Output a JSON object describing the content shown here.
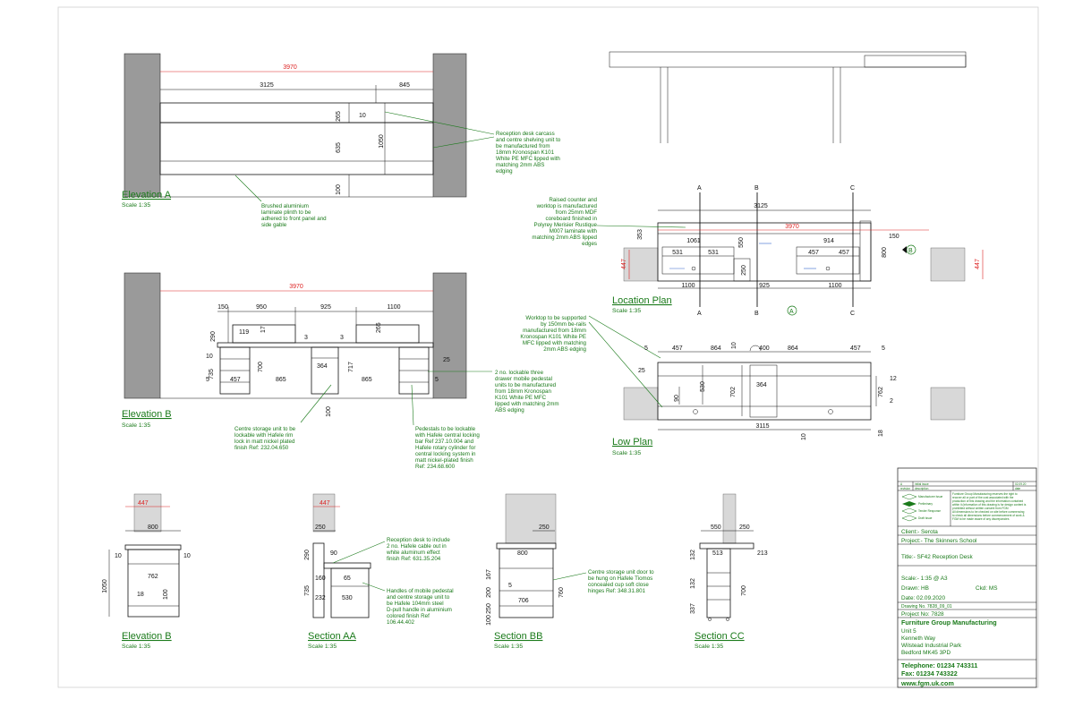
{
  "views": {
    "elevation_a": {
      "title": "Elevation A",
      "scale": "Scale 1:35"
    },
    "elevation_b": {
      "title": "Elevation B",
      "scale": "Scale 1:35"
    },
    "location_plan": {
      "title": "Location Plan",
      "scale": "Scale 1:35"
    },
    "low_plan": {
      "title": "Low Plan",
      "scale": "Scale 1:35"
    },
    "elevation_b_small": {
      "title": "Elevation B",
      "scale": "Scale 1:35"
    },
    "section_aa": {
      "title": "Section AA",
      "scale": "Scale 1:35"
    },
    "section_bb": {
      "title": "Section BB",
      "scale": "Scale 1:35"
    },
    "section_cc": {
      "title": "Section CC",
      "scale": "Scale 1:35"
    }
  },
  "dims": {
    "a_3970": "3970",
    "a_3125": "3125",
    "a_845": "845",
    "a_265": "265",
    "a_10": "10",
    "a_635": "635",
    "a_1050": "1050",
    "a_100": "100",
    "b_3970": "3970",
    "b_150": "150",
    "b_950": "950",
    "b_925": "925",
    "b_1100": "1100",
    "b_290": "290",
    "b_119": "119",
    "b_17": "17",
    "b_3a": "3",
    "b_3b": "3",
    "b_265": "265",
    "b_10": "10",
    "b_735": "735",
    "b_700": "700",
    "b_717": "717",
    "b_364": "364",
    "b_25": "25",
    "b_5a": "5",
    "b_457": "457",
    "b_865a": "865",
    "b_865b": "865",
    "b_5b": "5",
    "b_100": "100",
    "lp_3125": "3125",
    "lp_3970": "3970",
    "lp_353": "353",
    "lp_1061": "1061",
    "lp_531a": "531",
    "lp_531b": "531",
    "lp_550": "550",
    "lp_250": "250",
    "lp_914": "914",
    "lp_457a": "457",
    "lp_457b": "457",
    "lp_150": "150",
    "lp_800": "800",
    "lp_447a": "447",
    "lp_447b": "447",
    "lp_1100a": "1100",
    "lp_925": "925",
    "lp_1100b": "1100",
    "low_5a": "5",
    "low_457a": "457",
    "low_864a": "864",
    "low_10": "10",
    "low_400": "400",
    "low_864b": "864",
    "low_457b": "457",
    "low_5b": "5",
    "low_25": "25",
    "low_530": "530",
    "low_90": "90",
    "low_702": "702",
    "low_364": "364",
    "low_12": "12",
    "low_762": "762",
    "low_2": "2",
    "low_3115": "3115",
    "low_10b": "10",
    "low_18": "18",
    "eb_447": "447",
    "eb_800": "800",
    "eb_10a": "10",
    "eb_10b": "10",
    "eb_762": "762",
    "eb_1050": "1050",
    "eb_18": "18",
    "eb_100": "100",
    "aa_447": "447",
    "aa_250": "250",
    "aa_90": "90",
    "aa_290": "290",
    "aa_160": "160",
    "aa_65": "65",
    "aa_735": "735",
    "aa_232": "232",
    "aa_530": "530",
    "bb_250": "250",
    "bb_800": "800",
    "bb_167": "167",
    "bb_200": "200",
    "bb_5": "5",
    "bb_706": "706",
    "bb_250b": "250",
    "bb_100": "100",
    "bb_760": "760",
    "cc_550": "550",
    "cc_250": "250",
    "cc_513": "513",
    "cc_213": "213",
    "cc_132a": "132",
    "cc_132b": "132",
    "cc_337": "337",
    "cc_700": "700"
  },
  "section_markers": {
    "a": "A",
    "b": "B",
    "c": "C"
  },
  "notes": {
    "carcass": [
      "Reception desk carcass",
      "and centre shelving unit to",
      "be manufactured from",
      "18mm Kronospan K101",
      "White PE MFC lipped with",
      "matching 2mm ABS",
      "edging"
    ],
    "plinth": [
      "Brushed aluminium",
      "laminate plinth to be",
      "adhered to front panel and",
      "side gable"
    ],
    "counter": [
      "Raised counter and",
      "worktop is manufactured",
      "from 25mm MDF",
      "coreboard finished in",
      "Polyrey Merisier Rustique",
      "M007 laminate with",
      "matching 2mm ABS lipped",
      "edges"
    ],
    "support": [
      "Worktop to be supported",
      "by 150mm be-rails",
      "manufactured from 18mm",
      "Kronospan K101 White PE",
      "MFC lipped with matching",
      "2mm ABS edging"
    ],
    "pedestals": [
      "2 no. lockable three",
      "drawer mobile pedestal",
      "units to be manufactured",
      "from 18mm Kronospan",
      "K101 White PE MFC",
      "lipped with matching 2mm",
      "ABS edging"
    ],
    "centre_lock": [
      "Centre storage unit to be",
      "lockable with Hafele rim",
      "lock in matt nickel plated",
      "finish Ref: 232.04.650"
    ],
    "ped_lock": [
      "Pedestals to be lockable",
      "with Hafele central locking",
      "bar Ref 237.10.004 and",
      "Hafele rotary cylinder for",
      "central locking system in",
      "matt nickel-plated finish",
      "Ref: 234.68.600"
    ],
    "cable": [
      "Reception desk to include",
      "2 no. Hafele cable out in",
      "white aluminum effect",
      "finish Ref: 631.35.204"
    ],
    "handles": [
      "Handles of mobile pedestal",
      "and centre storage unit to",
      "be Hafele 104mm steel",
      "D-pull handle in aluminium",
      "colored finish Ref",
      "106.44.402"
    ],
    "door": [
      "Centre storage unit door to",
      "be hung on Hafele Tiomos",
      "concealed cup soft close",
      "hinges Ref: 348.31.801"
    ]
  },
  "title_block": {
    "rev_letter": "A",
    "rev_desc": "initial issue",
    "rev_date": "02.09.20",
    "rev_hdr": "revision",
    "desc_hdr": "description",
    "date_hdr": "date",
    "status": [
      "Manufacturer Issue",
      "Preliminary",
      "Tender Response",
      "Draft Issue"
    ],
    "copyright": [
      "Furniture Group Manufacturing reserves the right to",
      "recover all or part of the cost associated with the",
      "production of this drawing and the information contained",
      "within it (information of this drawing is for design content is",
      "prohibited without written consent from FGM",
      "All dimensions to be checked on site before commencing",
      "to check all dimensions before commencement of work &",
      "FGM to be made aware of any discrepancies"
    ],
    "client": "Client:- Serota",
    "project": "Project:- The Skinners School",
    "title": "Title:- SF42 Reception Desk",
    "scale": "Scale:-  1:35 @ A3",
    "drawn": "Drawn: HB",
    "ckd": "Ckd: MS",
    "date": "Date: 02.09.2020",
    "drawing_no": "Drawing No. 7828_09_01",
    "project_no": "Project No: 7828",
    "company": "Furniture Group Manufacturing",
    "address": [
      "Unit 5",
      "Kenneth Way",
      "Wilstead Industrial Park",
      "Bedford MK45 3PD"
    ],
    "telephone": "Telephone: 01234 743311",
    "fax": "Fax: 01234 743322",
    "web": "www.fgm.uk.com"
  },
  "colors": {
    "accent_green": "#1a7a1a",
    "dimension_red": "#dd2222",
    "wall_grey": "#9a9a9a"
  }
}
